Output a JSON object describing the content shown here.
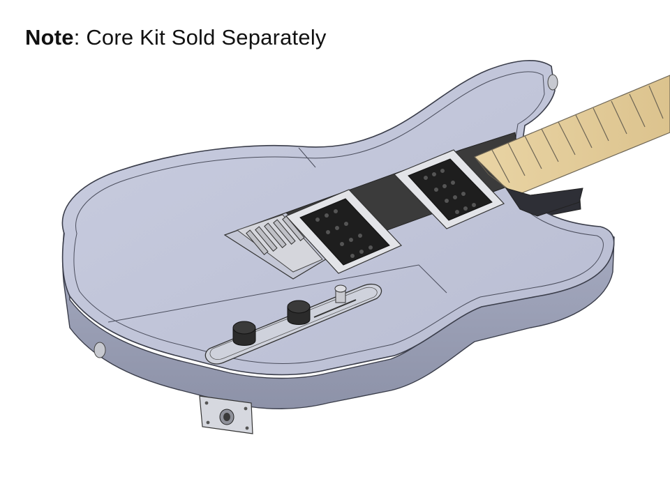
{
  "note": {
    "label": "Note",
    "separator": ":",
    "text": "Core Kit Sold Separately"
  },
  "illustration": {
    "subject": "guitar-body-render",
    "colors": {
      "body": "#b5bad1",
      "body_top": "#c3c7da",
      "outline": "#3a3d4a",
      "neck": "#e4cf9f",
      "frets": "#6c6454",
      "dark_plate": "#3b3b3b",
      "pickup": "#1e1e1e",
      "metal": "#d8d9dd"
    }
  }
}
